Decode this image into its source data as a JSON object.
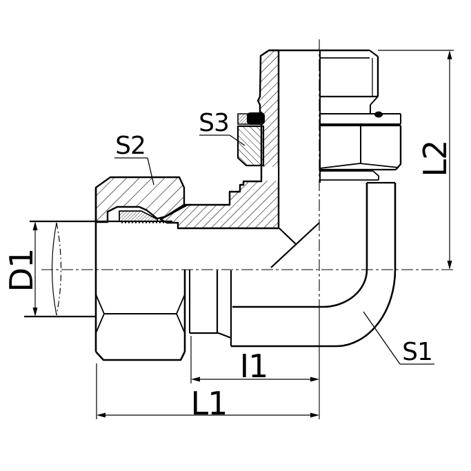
{
  "drawing": {
    "labels": {
      "s1": "S1",
      "s2": "S2",
      "s3": "S3",
      "d1": "D1",
      "l1": "L1",
      "l2": "L2",
      "i1": "I1"
    },
    "colors": {
      "line": "#000000",
      "background": "#ffffff",
      "seal_fill": "#000000"
    }
  }
}
